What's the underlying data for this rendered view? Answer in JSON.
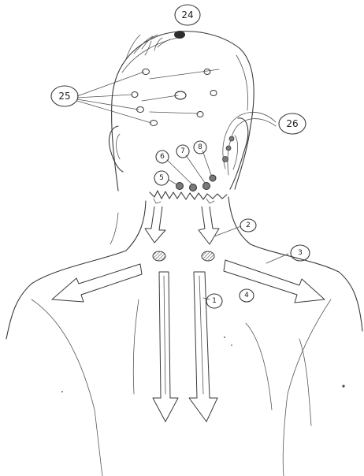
{
  "labels": {
    "l1": "1",
    "l2": "2",
    "l3": "3",
    "l4": "4",
    "l5": "5",
    "l6": "6",
    "l7": "7",
    "l8": "8",
    "l24": "24",
    "l25": "25",
    "l26": "26"
  },
  "colors": {
    "ink": "#3a3a3a",
    "point_fill": "#7a7a7a",
    "point_dark": "#2e2e2e",
    "paper": "#ffffff"
  }
}
